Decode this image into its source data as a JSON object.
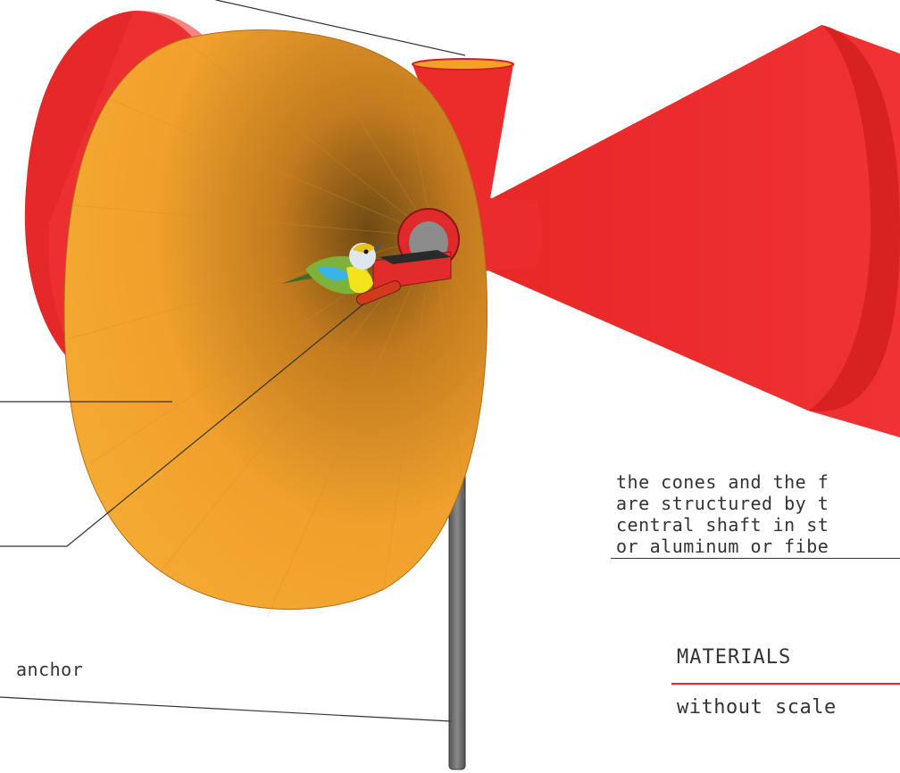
{
  "description_note": {
    "lines": [
      "the cones and the f",
      "are structured by t",
      "central shaft in st",
      "or aluminum or fibe"
    ]
  },
  "labels": {
    "anchor": "anchor",
    "materials": "MATERIALS",
    "scale": "without scale"
  },
  "colors": {
    "cone_red": "#ec2b2b",
    "dish_orange": "#f5a028",
    "shaft_gray": "#6b6b6b",
    "materials_rule": "#e8262a",
    "leader_line": "#333333"
  }
}
